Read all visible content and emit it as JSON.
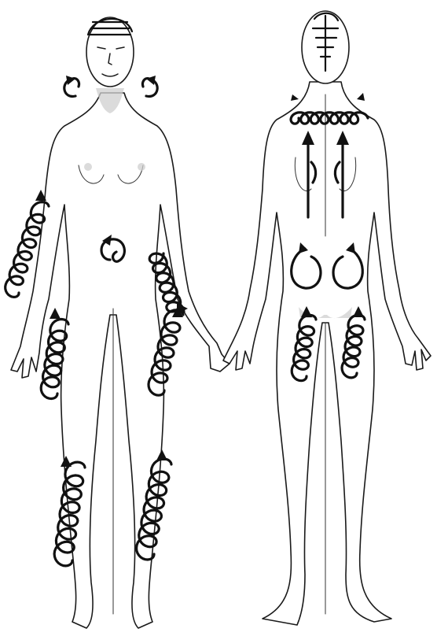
{
  "figure": {
    "views": [
      "front",
      "back"
    ],
    "figures": [
      {
        "id": "front",
        "markers": [
          "neck-left-circular-arrow",
          "neck-right-circular-arrow",
          "abdomen-circular-arrow",
          "left-arm-spiral",
          "right-arm-spiral",
          "left-thigh-spiral",
          "right-thigh-spiral",
          "left-shin-spiral",
          "right-shin-spiral"
        ]
      },
      {
        "id": "back",
        "markers": [
          "shoulders-spiral",
          "back-left-straight-arrow",
          "back-right-straight-arrow",
          "left-buttock-circle",
          "right-buttock-circle",
          "left-hamstring-spiral",
          "right-hamstring-spiral"
        ]
      }
    ],
    "colors": {
      "ink": "#1a1a1a",
      "shading": "#cfcfcf",
      "background": "#ffffff"
    }
  }
}
